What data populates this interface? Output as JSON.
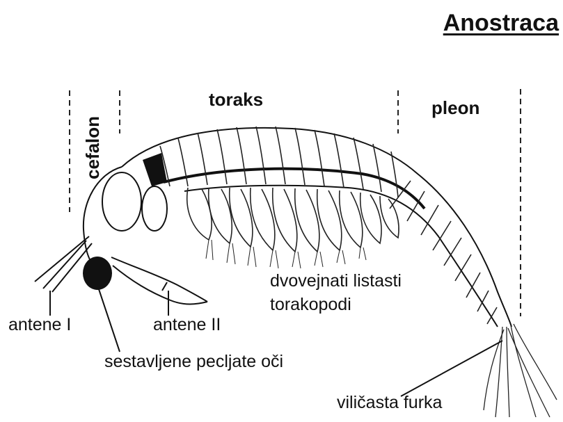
{
  "title": "Anostraca",
  "segments": {
    "cefalon": "cefalon",
    "toraks": "toraks",
    "pleon": "pleon"
  },
  "labels": {
    "antenna1": "antene I",
    "antenna2": "antene II",
    "thoracopods_line1": "dvovejnati listasti",
    "thoracopods_line2": "torakopodi",
    "eyes": "sestavljene pecljate oči",
    "furca": "viličasta furka"
  }
}
